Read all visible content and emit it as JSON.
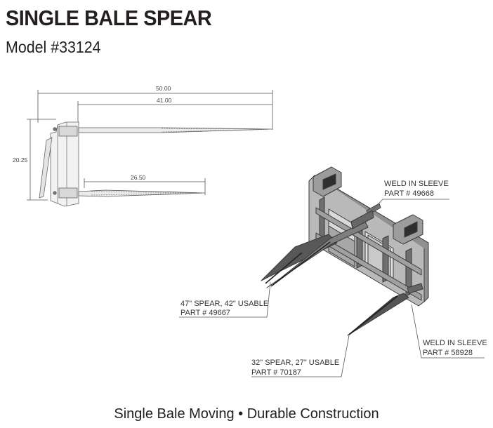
{
  "header": {
    "title": "SINGLE BALE SPEAR",
    "model": "Model #33124"
  },
  "side_view": {
    "dim_overall": "50.00",
    "dim_spear": "41.00",
    "dim_height": "20.25",
    "dim_lower_spear": "26.50"
  },
  "callouts": {
    "weld_sleeve_top": {
      "line1": "WELD IN SLEEVE",
      "line2": "PART # 49668"
    },
    "long_spear": {
      "line1": "47\" SPEAR, 42\" USABLE",
      "line2": "PART # 49667"
    },
    "weld_sleeve_bottom": {
      "line1": "WELD IN SLEEVE",
      "line2": "PART # 58928"
    },
    "short_spear": {
      "line1": "32\" SPEAR, 27\" USABLE",
      "line2": "PART # 70187"
    }
  },
  "footer": {
    "tagline": "Single Bale Moving • Durable Construction"
  }
}
